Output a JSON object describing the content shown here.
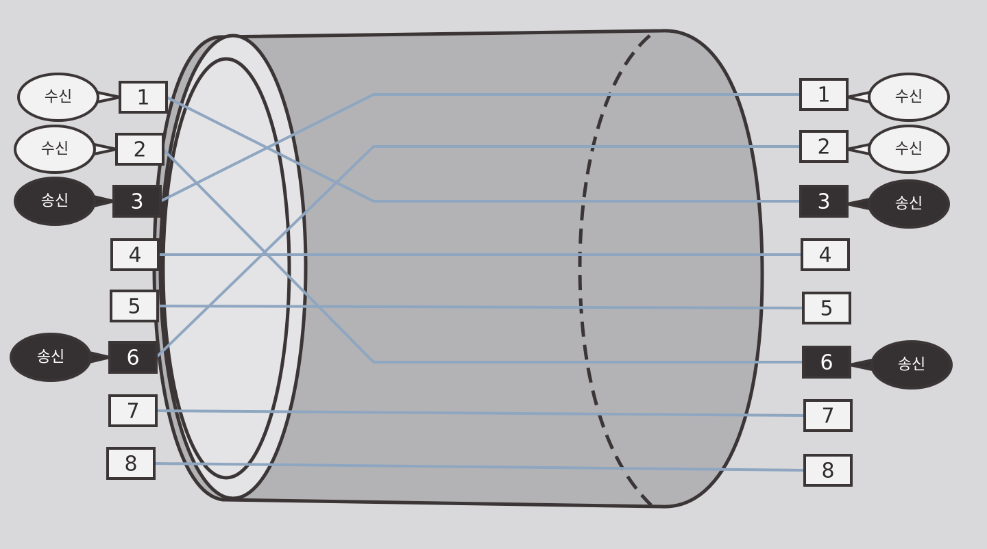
{
  "colors": {
    "page_background": "#d9d9db",
    "cable_body": "#b3b3b5",
    "cable_end_inner": "#e4e4e6",
    "outline": "#3b3536",
    "wire": "#8fa6c1",
    "receive_fill": "#f2f2f2",
    "transmit_fill": "#353132",
    "dark_text": "#2f2b2c",
    "light_text": "#ffffff"
  },
  "left_connector": {
    "pins": [
      {
        "number": "1",
        "role": "수신",
        "role_type": "receive"
      },
      {
        "number": "2",
        "role": "수신",
        "role_type": "receive"
      },
      {
        "number": "3",
        "role": "송신",
        "role_type": "transmit"
      },
      {
        "number": "4",
        "role": "",
        "role_type": "none"
      },
      {
        "number": "5",
        "role": "",
        "role_type": "none"
      },
      {
        "number": "6",
        "role": "송신",
        "role_type": "transmit"
      },
      {
        "number": "7",
        "role": "",
        "role_type": "none"
      },
      {
        "number": "8",
        "role": "",
        "role_type": "none"
      }
    ]
  },
  "right_connector": {
    "pins": [
      {
        "number": "1",
        "role": "수신",
        "role_type": "receive"
      },
      {
        "number": "2",
        "role": "수신",
        "role_type": "receive"
      },
      {
        "number": "3",
        "role": "송신",
        "role_type": "transmit"
      },
      {
        "number": "4",
        "role": "",
        "role_type": "none"
      },
      {
        "number": "5",
        "role": "",
        "role_type": "none"
      },
      {
        "number": "6",
        "role": "송신",
        "role_type": "transmit"
      },
      {
        "number": "7",
        "role": "",
        "role_type": "none"
      },
      {
        "number": "8",
        "role": "",
        "role_type": "none"
      }
    ]
  },
  "wiring": [
    {
      "from": "1",
      "to": "3"
    },
    {
      "from": "2",
      "to": "6"
    },
    {
      "from": "3",
      "to": "1"
    },
    {
      "from": "4",
      "to": "4"
    },
    {
      "from": "5",
      "to": "5"
    },
    {
      "from": "6",
      "to": "2"
    },
    {
      "from": "7",
      "to": "7"
    },
    {
      "from": "8",
      "to": "8"
    }
  ]
}
